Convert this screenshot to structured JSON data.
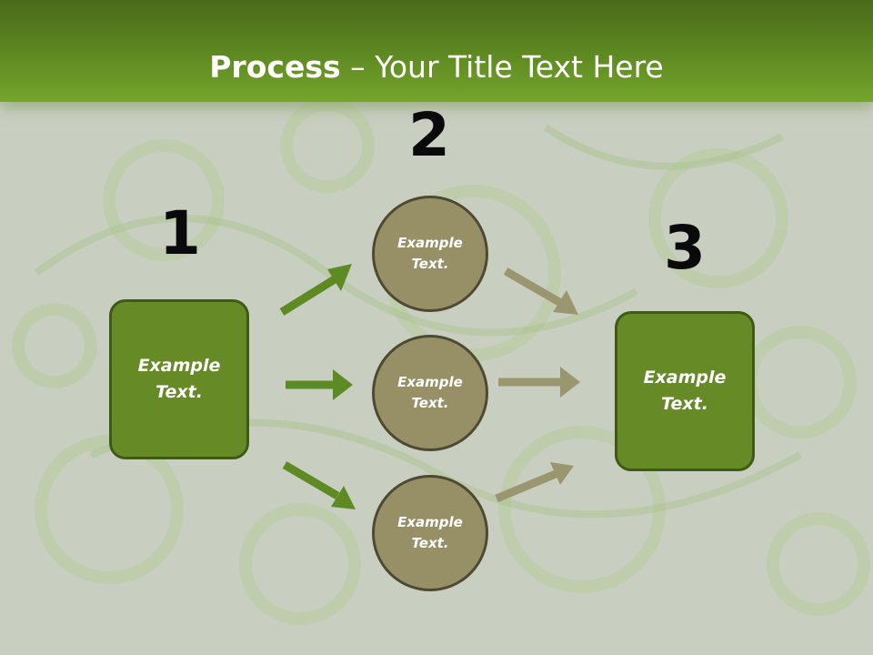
{
  "title": {
    "bold": "Process",
    "rest": " – Your Title Text Here"
  },
  "steps": [
    "1",
    "2",
    "3"
  ],
  "left_box": {
    "text": "Example Text."
  },
  "right_box": {
    "text": "Example Text."
  },
  "circles": [
    {
      "text": "Example Text."
    },
    {
      "text": "Example Text."
    },
    {
      "text": "Example Text."
    }
  ],
  "colors": {
    "title_band": "#5f8a22",
    "box_fill": "#658a26",
    "circle_fill": "#978f66",
    "arrow_green": "#5d8a23",
    "arrow_tan": "#9a9670"
  }
}
